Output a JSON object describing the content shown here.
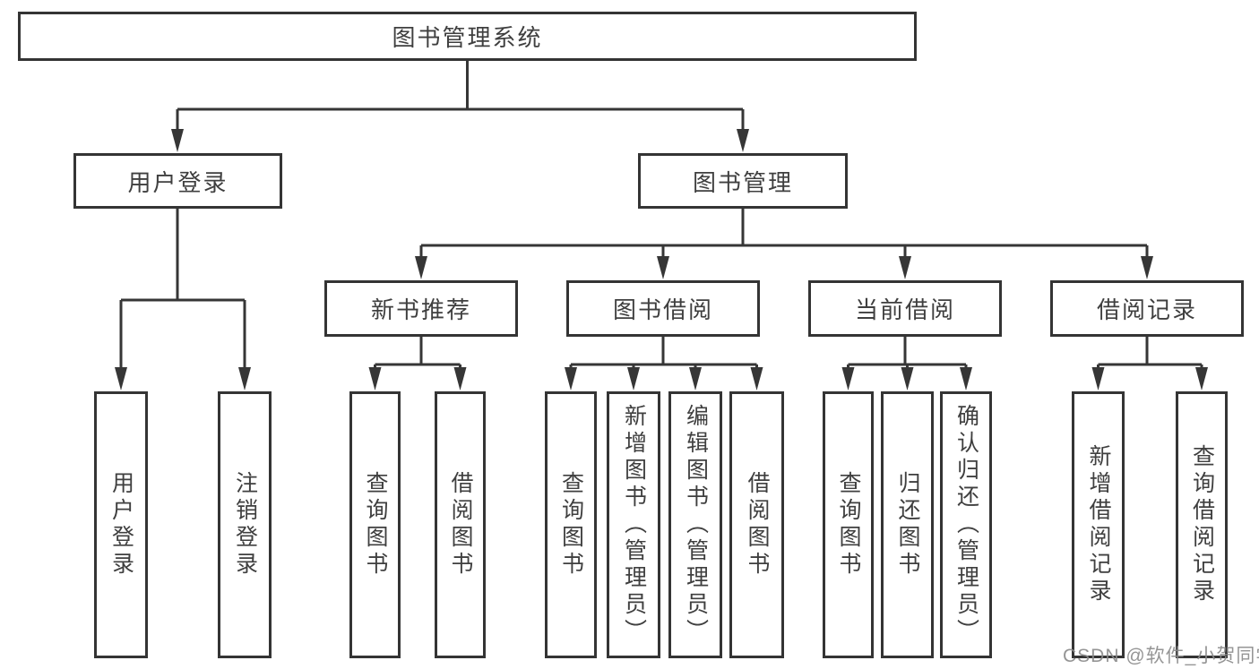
{
  "diagram": {
    "root": {
      "label": "图书管理系统"
    },
    "level1": [
      {
        "label": "用户登录"
      },
      {
        "label": "图书管理"
      }
    ],
    "level2": [
      {
        "label": "新书推荐"
      },
      {
        "label": "图书借阅"
      },
      {
        "label": "当前借阅"
      },
      {
        "label": "借阅记录"
      }
    ],
    "leaves": [
      {
        "label": "用户登录"
      },
      {
        "label": "注销登录"
      },
      {
        "label": "查询图书"
      },
      {
        "label": "借阅图书"
      },
      {
        "label": "查询图书"
      },
      {
        "label": "新增图书（管理员）"
      },
      {
        "label": "编辑图书（管理员）"
      },
      {
        "label": "借阅图书"
      },
      {
        "label": "查询图书"
      },
      {
        "label": "归还图书"
      },
      {
        "label": "确认归还（管理员）"
      },
      {
        "label": "新增借阅记录"
      },
      {
        "label": "查询借阅记录"
      }
    ]
  },
  "watermark": {
    "text": "CSDN @软件_小贺同学"
  },
  "colors": {
    "line": "#363636",
    "text": "#3f3f3f",
    "background": "#ffffff"
  }
}
